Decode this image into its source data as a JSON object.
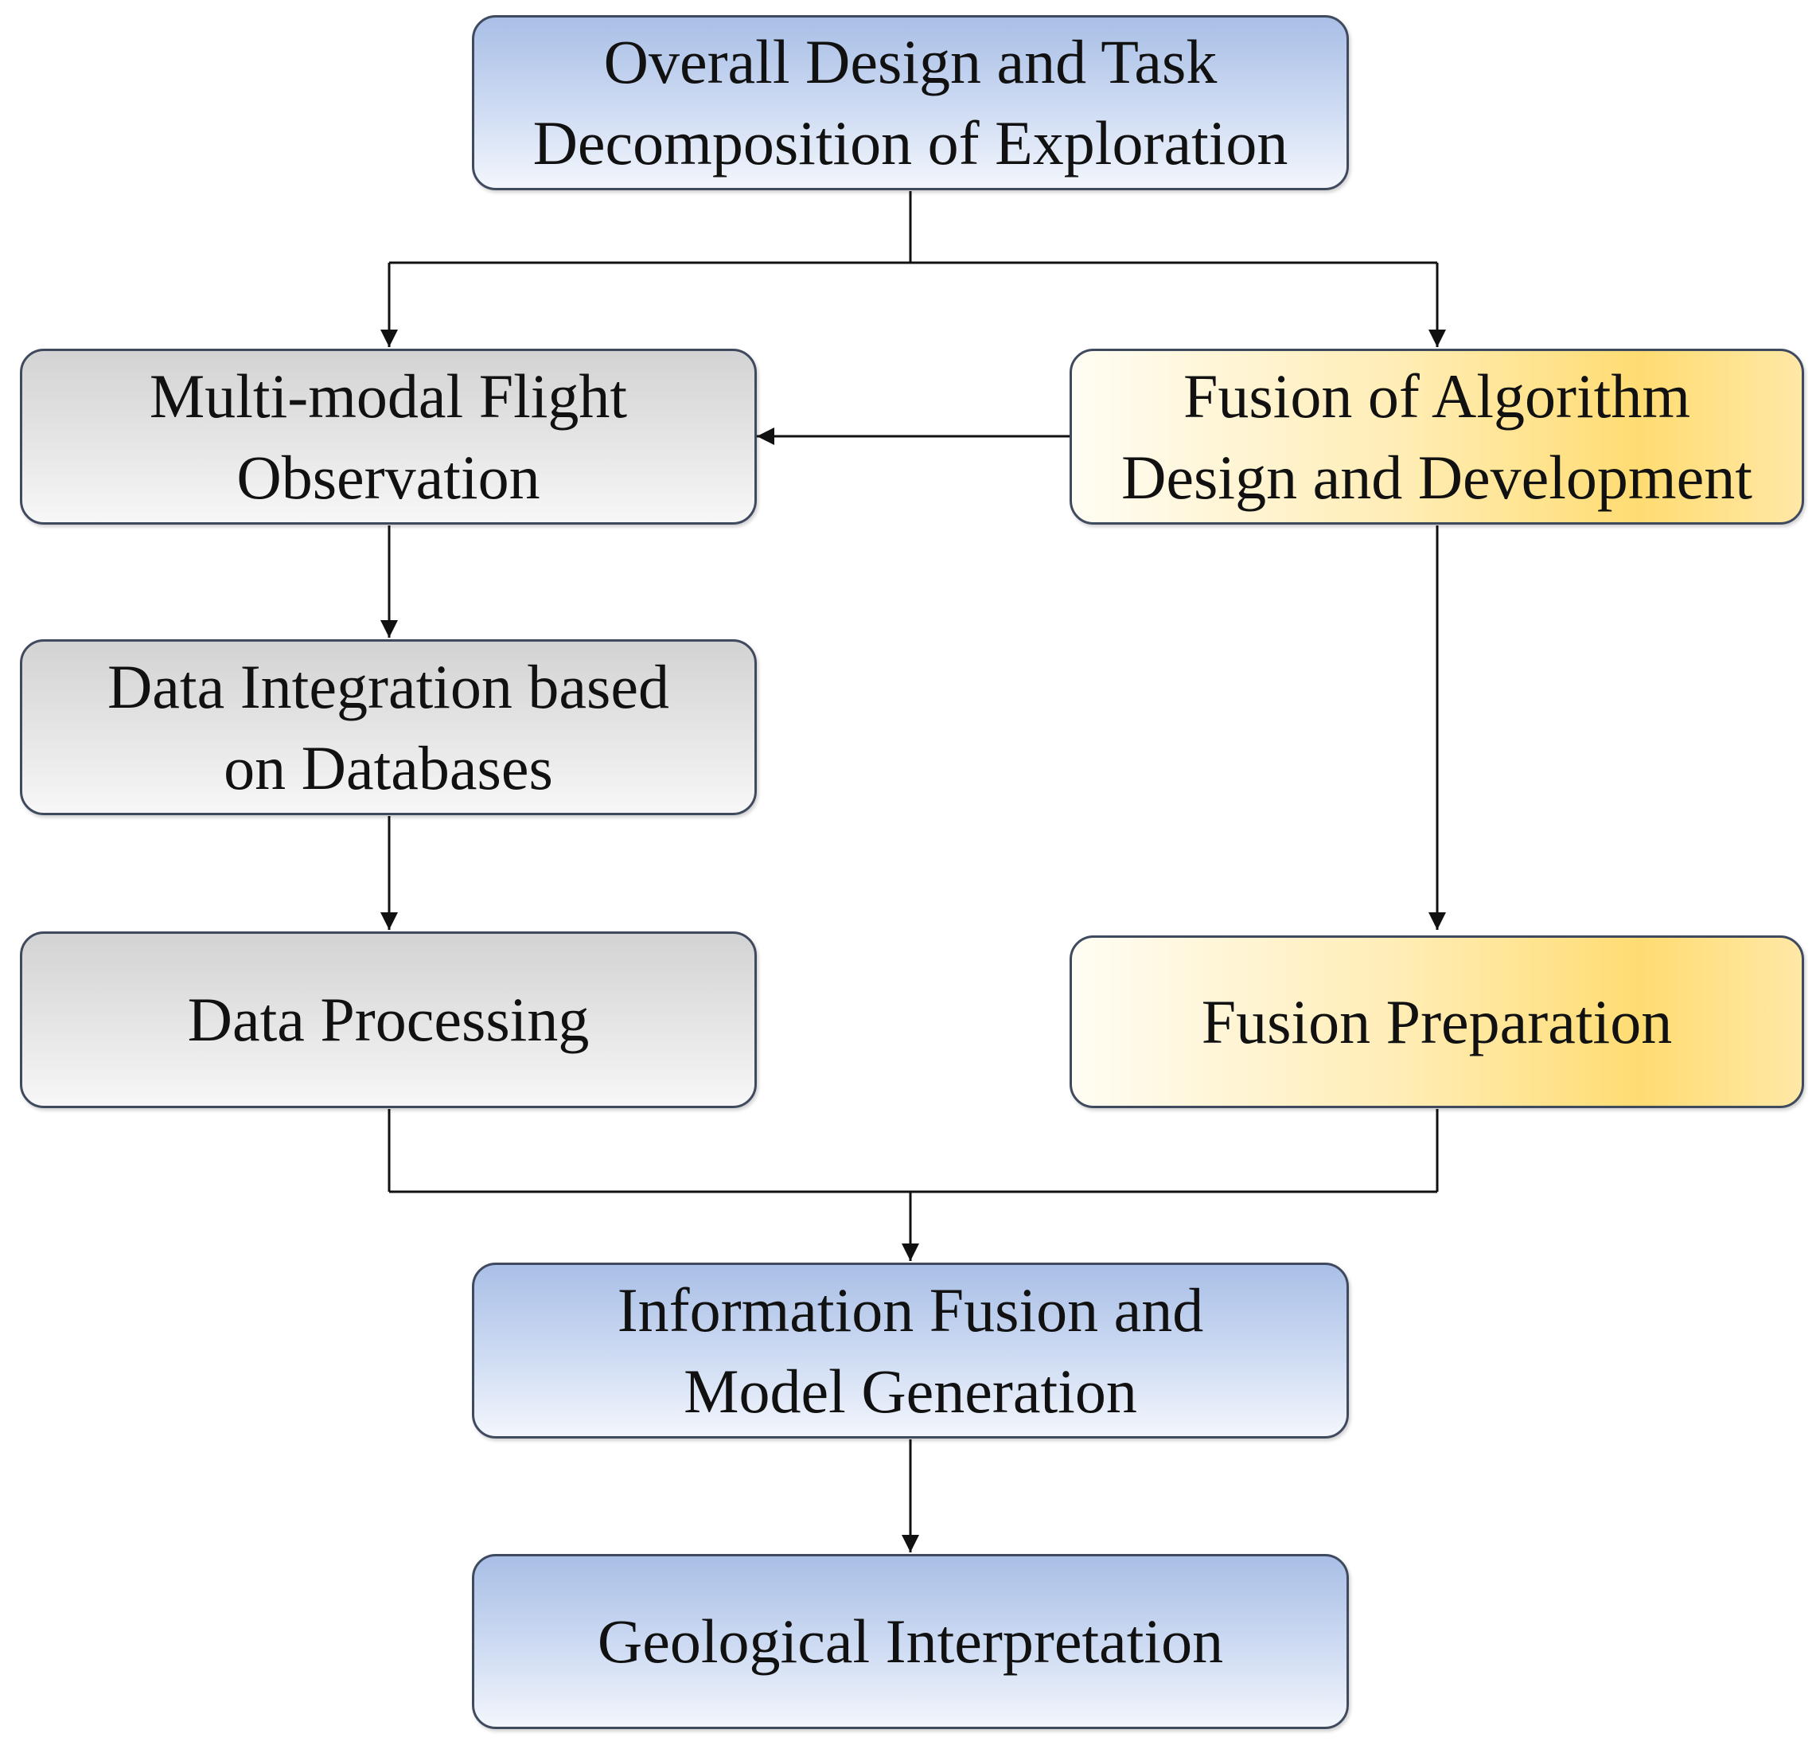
{
  "diagram": {
    "nodes": {
      "overall_design": {
        "label": "Overall Design and Task\nDecomposition of Exploration",
        "color": "#b7c9ea"
      },
      "multimodal_flight": {
        "label": "Multi-modal Flight\nObservation",
        "color": "#dcdcdc"
      },
      "fusion_algorithm": {
        "label": "Fusion of Algorithm\nDesign and Development",
        "color": "#ffe08a"
      },
      "data_integration": {
        "label": "Data Integration based\non Databases",
        "color": "#dcdcdc"
      },
      "data_processing": {
        "label": "Data Processing",
        "color": "#dcdcdc"
      },
      "fusion_preparation": {
        "label": "Fusion Preparation",
        "color": "#ffe08a"
      },
      "information_fusion": {
        "label": "Information Fusion and\nModel Generation",
        "color": "#b7c9ea"
      },
      "geological_interpretation": {
        "label": "Geological Interpretation",
        "color": "#b7c9ea"
      }
    },
    "edges": [
      {
        "from": "overall_design",
        "to": "multimodal_flight"
      },
      {
        "from": "overall_design",
        "to": "fusion_algorithm"
      },
      {
        "from": "fusion_algorithm",
        "to": "multimodal_flight"
      },
      {
        "from": "multimodal_flight",
        "to": "data_integration"
      },
      {
        "from": "data_integration",
        "to": "data_processing"
      },
      {
        "from": "fusion_algorithm",
        "to": "fusion_preparation"
      },
      {
        "from": "data_processing",
        "to": "information_fusion"
      },
      {
        "from": "fusion_preparation",
        "to": "information_fusion"
      },
      {
        "from": "information_fusion",
        "to": "geological_interpretation"
      }
    ],
    "line_color": "#111111"
  }
}
